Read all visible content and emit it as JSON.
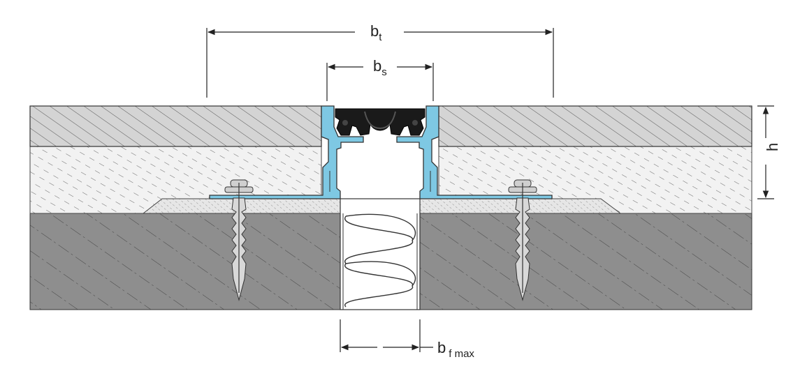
{
  "labels": {
    "bt": {
      "main": "b",
      "sub": "t"
    },
    "bs": {
      "main": "b",
      "sub": "s"
    },
    "h": {
      "main": "h"
    },
    "bfmax": {
      "main": "b",
      "sub": "f max"
    }
  },
  "colors": {
    "line": "#222222",
    "screed": "#d4d4d4",
    "insulation": "#ececec",
    "concrete": "#8e8e8e",
    "mortar_bed": "#e0e0e0",
    "aluminium_profile": "#7ec8e3",
    "rubber_seal": "#1a1a1a",
    "anchor": "#cfcfcf",
    "filler": "#ffffff"
  }
}
